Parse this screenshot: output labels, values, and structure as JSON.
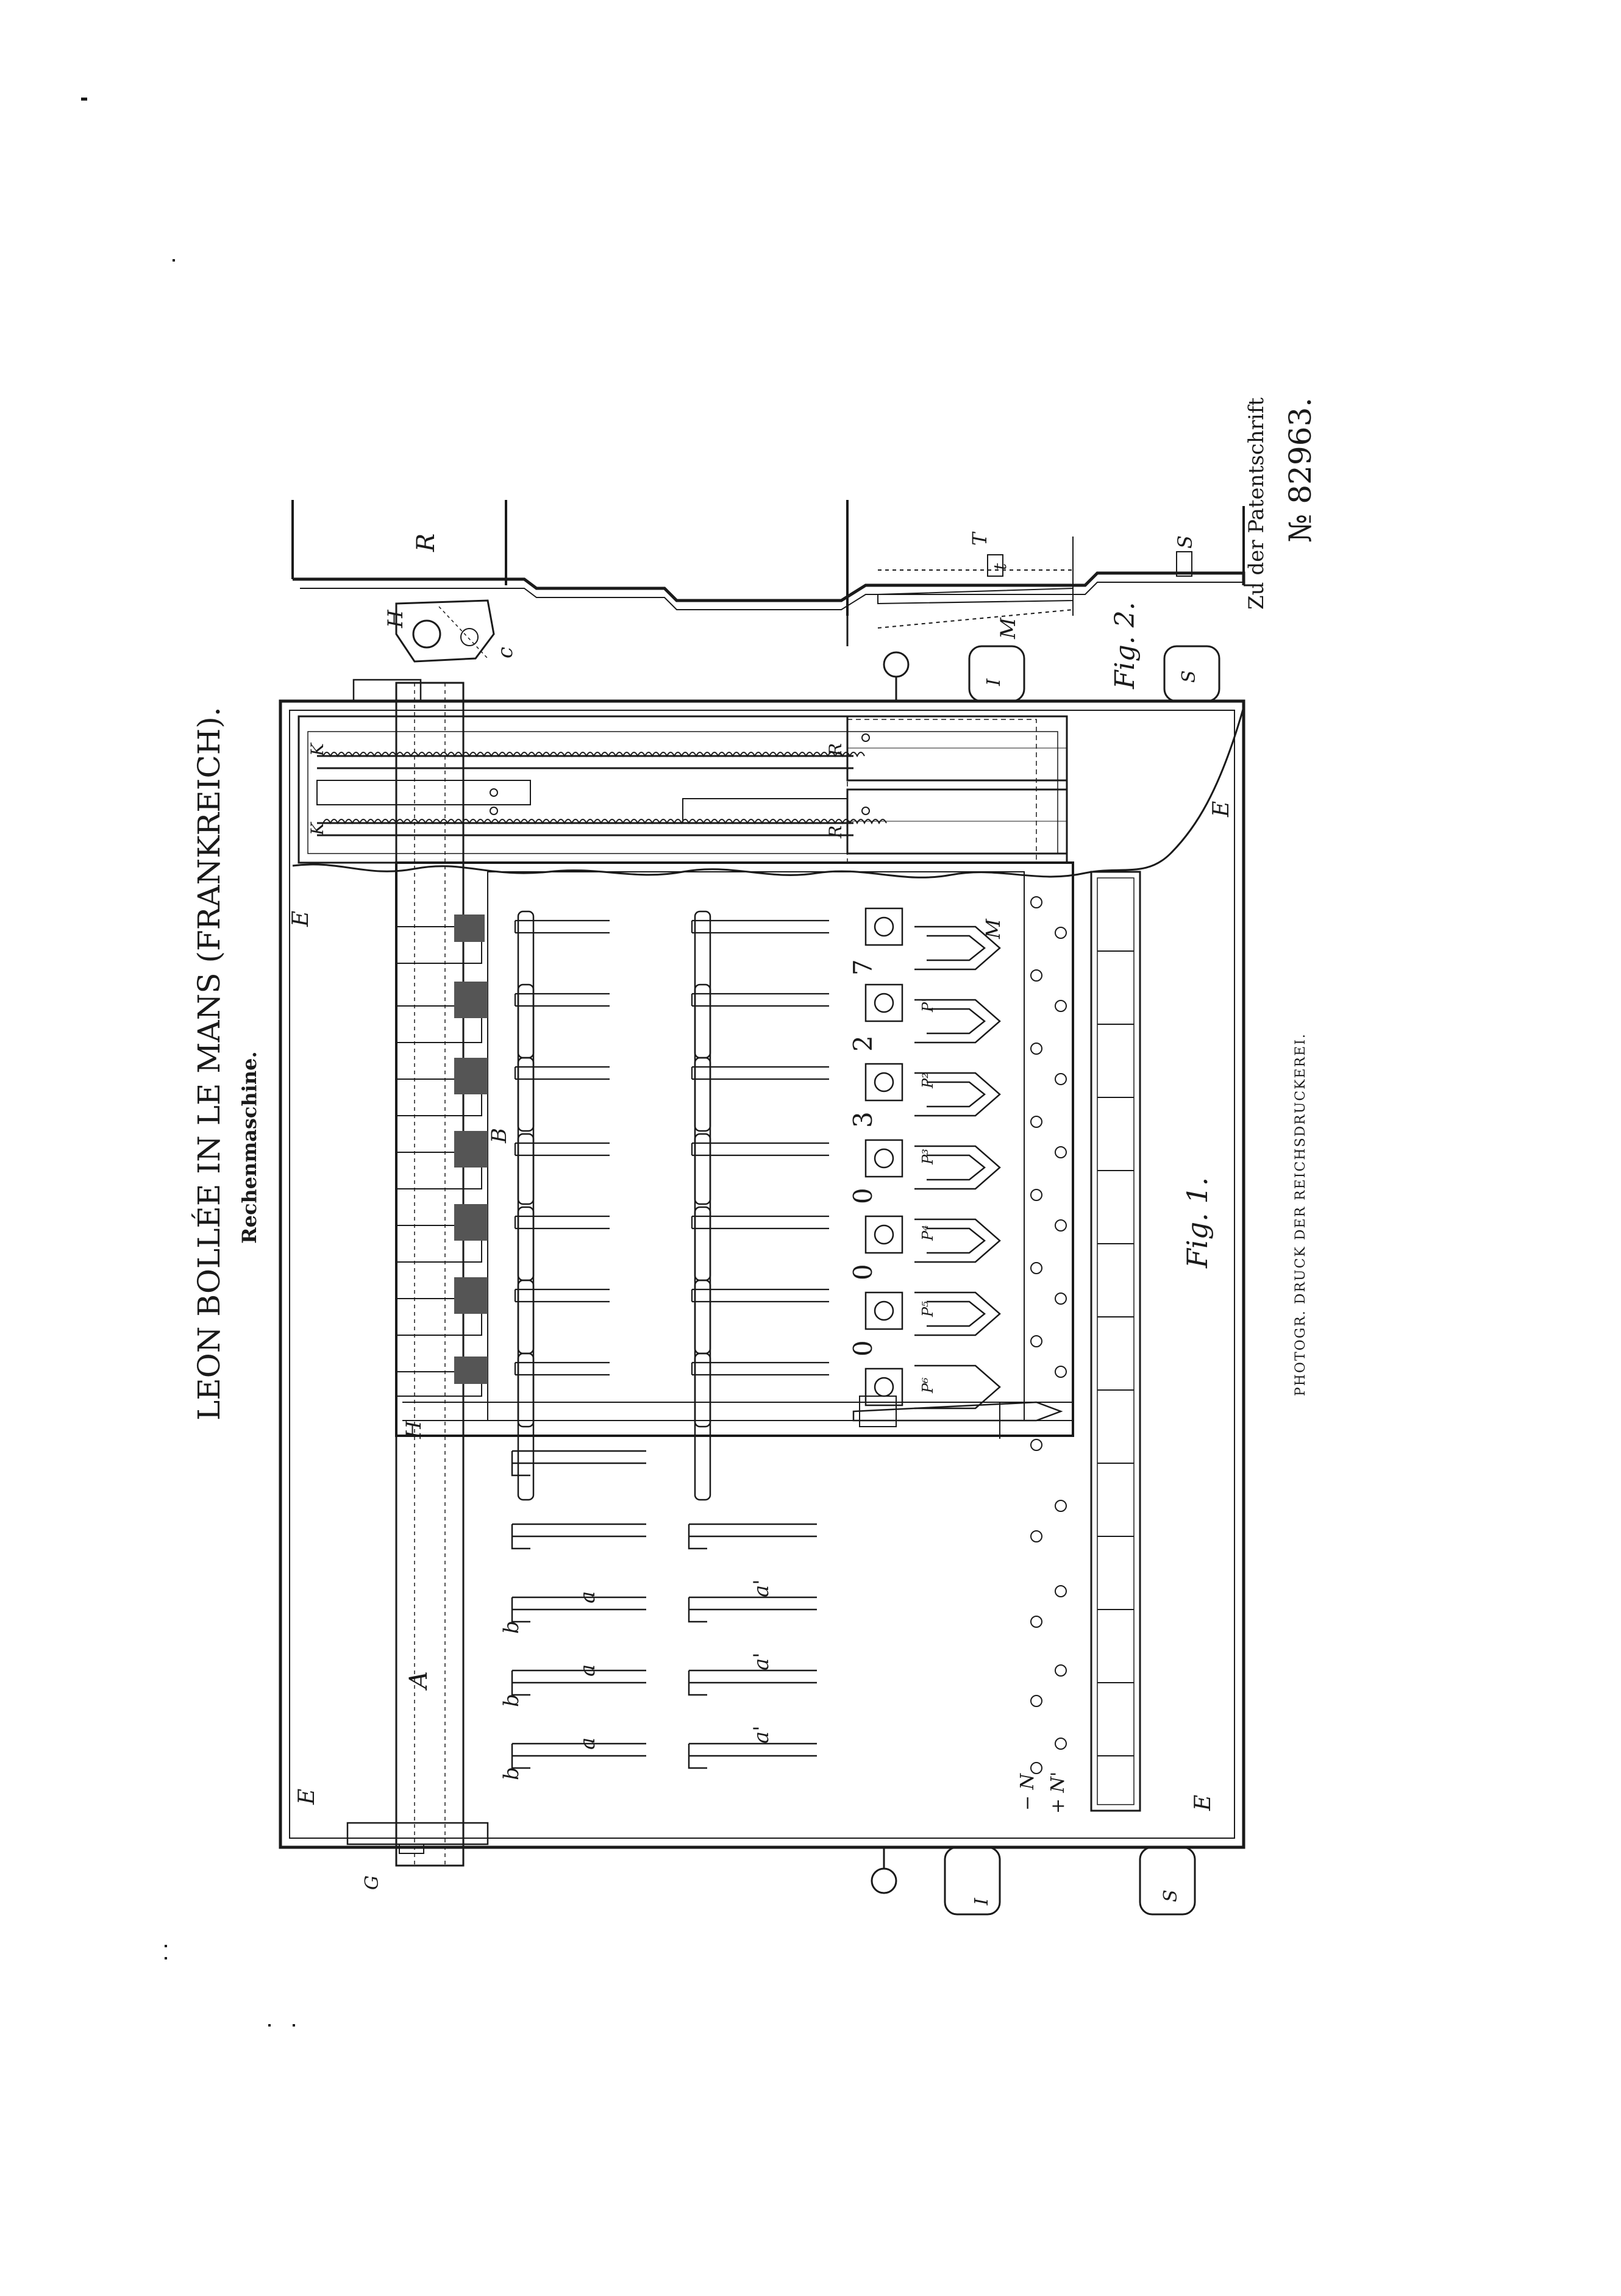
{
  "header": {
    "title": "LEON BOLLÉE IN LE MANS (FRANKREICH).",
    "subtitle": "Rechenmaschine."
  },
  "patent": {
    "prefix": "Zu der Patentschrift",
    "number": "№ 82963."
  },
  "printer": "PHOTOGR. DRUCK DER REICHSDRUCKEREI.",
  "figures": {
    "fig1": "Fig. 1.",
    "fig2": "Fig. 2."
  },
  "display_digits": [
    "7",
    "2",
    "3",
    "0",
    "0",
    "0"
  ],
  "labels": {
    "E": "E",
    "A": "A",
    "H": "H",
    "R": "R",
    "K": "K",
    "M": "M",
    "N": "N",
    "N1": "N'",
    "I": "I",
    "S": "S",
    "T": "T",
    "t": "t",
    "C": "C",
    "a": "a",
    "a1": "a'",
    "b": "b",
    "B": "B",
    "G": "G",
    "c": "c",
    "minus_N": "− N",
    "plus_N1": "+ N'",
    "P1": "P'",
    "P2": "P²",
    "P3": "P³",
    "P4": "P⁴",
    "P5": "P⁵",
    "P6": "P⁶"
  },
  "colors": {
    "ink": "#1a1a1a",
    "paper": "#ffffff",
    "shade": "#555555"
  }
}
